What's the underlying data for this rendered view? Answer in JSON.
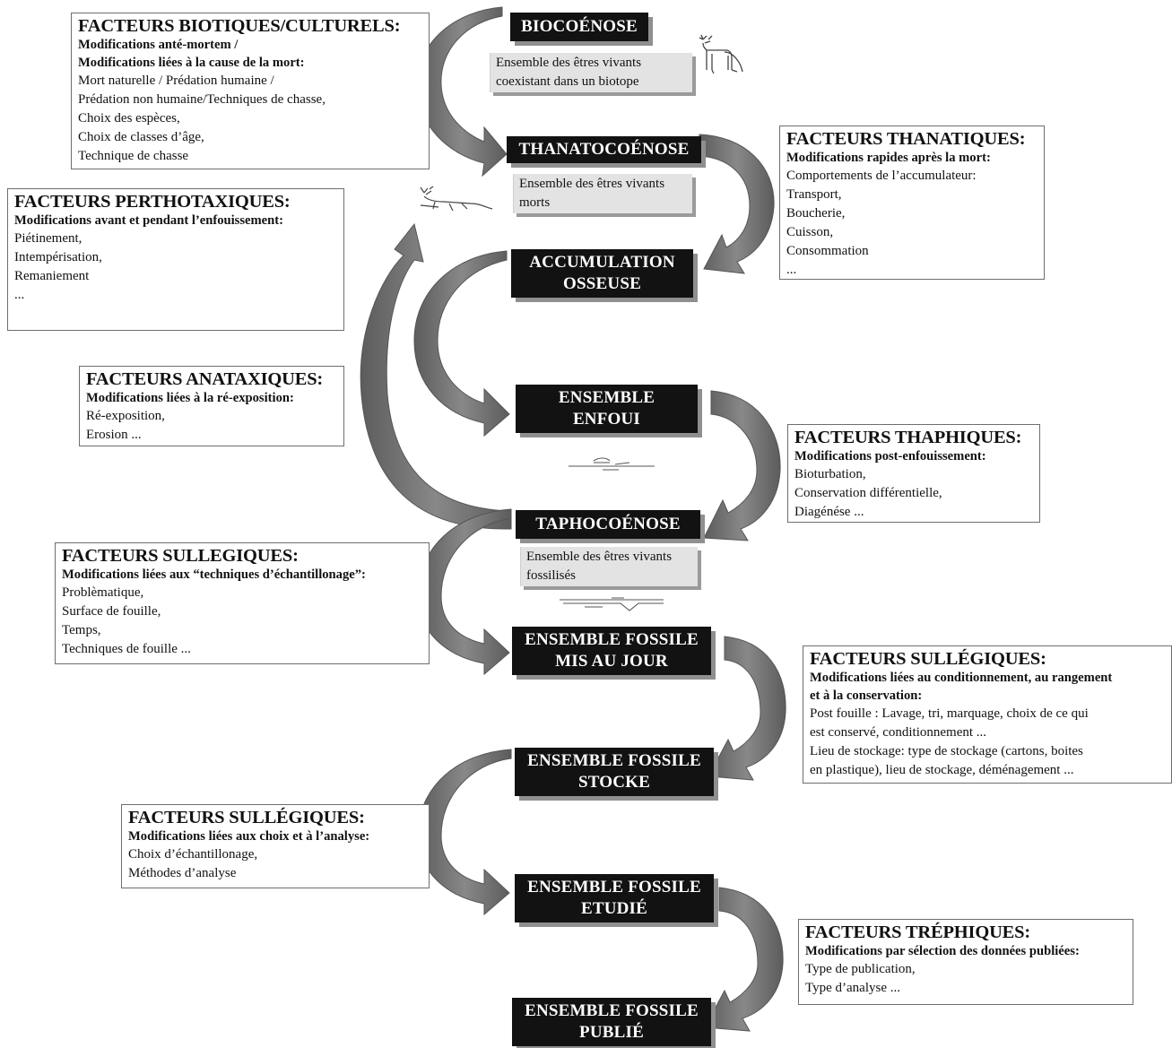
{
  "stages": {
    "biocoenose": [
      "BIOCOÉNOSE"
    ],
    "thanatocoenose": [
      "THANATOCOÉNOSE"
    ],
    "accumulation": [
      "ACCUMULATION",
      "OSSEUSE"
    ],
    "enfoui": [
      "ENSEMBLE",
      "ENFOUI"
    ],
    "taphocoenose": [
      "TAPHOCOÉNOSE"
    ],
    "mis_au_jour": [
      "ENSEMBLE FOSSILE",
      "MIS AU JOUR"
    ],
    "stocke": [
      "ENSEMBLE FOSSILE",
      "STOCKE"
    ],
    "etudie": [
      "ENSEMBLE FOSSILE",
      "ETUDIÉ"
    ],
    "publie": [
      "ENSEMBLE FOSSILE",
      "PUBLIÉ"
    ]
  },
  "descriptions": {
    "biocoenose": [
      "Ensemble des êtres vivants",
      "coexistant dans un biotope"
    ],
    "thanatocoenose": [
      "Ensemble des êtres vivants",
      "morts"
    ],
    "taphocoenose": [
      "Ensemble des êtres vivants",
      "fossilisés"
    ]
  },
  "factors": {
    "biotiques": {
      "title": "FACTEURS BIOTIQUES/CULTURELS:",
      "subtitle": [
        "Modifications anté-mortem /",
        "Modifications liées à la cause de la mort:"
      ],
      "items": [
        "Mort naturelle / Prédation humaine /",
        "Prédation non humaine/Techniques de chasse,",
        "Choix des espèces,",
        "Choix de classes d’âge,",
        "Technique de chasse"
      ]
    },
    "thanatiques": {
      "title": "FACTEURS THANATIQUES:",
      "subtitle": [
        "Modifications rapides après la mort:"
      ],
      "items": [
        "Comportements de l’accumulateur:",
        "Transport,",
        "Boucherie,",
        "Cuisson,",
        "Consommation",
        "..."
      ]
    },
    "perthotaxiques": {
      "title": "FACTEURS PERTHOTAXIQUES:",
      "subtitle": [
        "Modifications avant et pendant l’enfouissement:"
      ],
      "items": [
        "Piétinement,",
        "Intempérisation,",
        "Remaniement",
        "..."
      ]
    },
    "anataxiques": {
      "title": "FACTEURS ANATAXIQUES:",
      "subtitle": [
        "Modifications liées à la ré-exposition:"
      ],
      "items": [
        "Ré-exposition,",
        "Erosion ..."
      ]
    },
    "thaphiques": {
      "title": "FACTEURS THAPHIQUES:",
      "subtitle": [
        "Modifications post-enfouissement:"
      ],
      "items": [
        "Bioturbation,",
        "Conservation différentielle,",
        "Diagénése ..."
      ]
    },
    "sullegiques1": {
      "title": "FACTEURS SULLEGIQUES:",
      "subtitle": [
        "Modifications liées aux “techniques d’échantillonage”:"
      ],
      "items": [
        "Problèmatique,",
        "Surface de fouille,",
        "Temps,",
        "Techniques de fouille ..."
      ]
    },
    "sullegiques2": {
      "title": "FACTEURS SULLÉGIQUES:",
      "subtitle": [
        "Modifications liées au conditionnement, au rangement",
        "et à la conservation:"
      ],
      "items": [
        "Post fouille : Lavage,  tri, marquage, choix de ce qui",
        "est conservé, conditionnement ...",
        "Lieu de stockage: type de stockage (cartons, boites",
        "en plastique), lieu de stockage, déménagement ..."
      ]
    },
    "sullegiques3": {
      "title": "FACTEURS SULLÉGIQUES:",
      "subtitle": [
        "Modifications liées aux choix et à l’analyse:"
      ],
      "items": [
        "Choix d’échantillonage,",
        "Méthodes d’analyse"
      ]
    },
    "trephiques": {
      "title": "FACTEURS TRÉPHIQUES:",
      "subtitle": [
        "Modifications par sélection des données publiées:"
      ],
      "items": [
        "Type de publication,",
        "Type d’analyse ..."
      ]
    }
  },
  "colors": {
    "stage_bg": "#121212",
    "stage_text": "#ffffff",
    "desc_bg": "#e3e3e3",
    "arrow": "#6f6f6f"
  }
}
